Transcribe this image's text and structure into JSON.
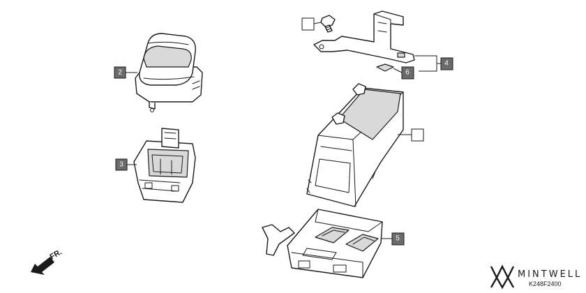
{
  "callouts": {
    "bolt": "",
    "fuse_box_cover": "2",
    "fuse_box": "3",
    "bracket": "4",
    "battery_case": "5",
    "cushion": "6",
    "battery": ""
  },
  "direction_label": "FR.",
  "brand": {
    "name": "MINTWELL"
  },
  "figure_code": "K248F2400",
  "colors": {
    "callout_fill": "#6b6b6b",
    "line": "#1a1a1a"
  }
}
